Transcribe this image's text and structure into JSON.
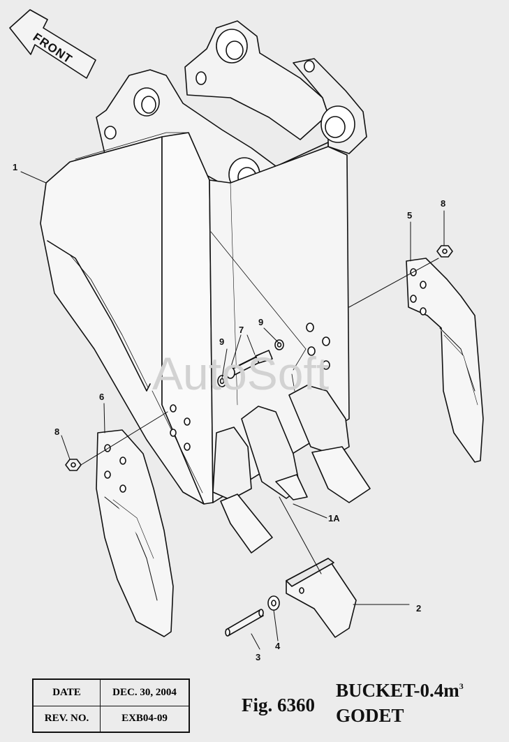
{
  "front_arrow": {
    "label": "FRONT"
  },
  "watermark": "AutoSoft",
  "callouts": {
    "bucket": "1",
    "tooth_point_1a": "1A",
    "tooth_point": "2",
    "pin": "3",
    "washer": "4",
    "side_cutter_right": "5",
    "side_cutter_left": "6",
    "bolt": "7",
    "nut_right": "8",
    "nut_left": "8",
    "washer_upper": "9",
    "washer_lower": "9"
  },
  "info_table": {
    "date_label": "DATE",
    "date_value": "DEC. 30, 2004",
    "rev_label": "REV. NO.",
    "rev_value": "EXB04-09"
  },
  "figure": {
    "number": "Fig. 6360",
    "title_en": "BUCKET-0.4m",
    "title_en_sup": "3",
    "title_fr": "GODET"
  }
}
